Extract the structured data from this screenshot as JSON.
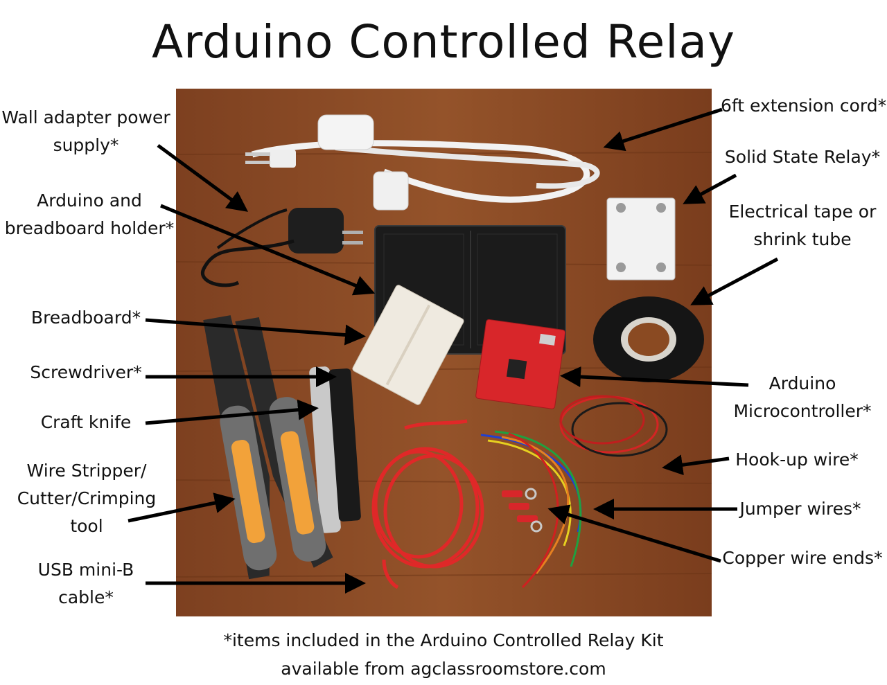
{
  "title": "Arduino Controlled Relay",
  "labels": {
    "wall_adapter": [
      "Wall adapter power",
      "supply*"
    ],
    "holder": [
      "Arduino and",
      "breadboard holder*"
    ],
    "breadboard": [
      "Breadboard*"
    ],
    "screwdriver": [
      "Screwdriver*"
    ],
    "craft_knife": [
      "Craft knife"
    ],
    "wire_stripper": [
      "Wire Stripper/",
      "Cutter/Crimping",
      "tool"
    ],
    "usb_cable": [
      "USB mini-B",
      "cable*"
    ],
    "extension_cord": [
      "6ft extension cord*"
    ],
    "relay": [
      "Solid State Relay*"
    ],
    "tape": [
      "Electrical tape or",
      "shrink tube"
    ],
    "microcontroller": [
      "Arduino",
      "Microcontroller*"
    ],
    "hookup_wire": [
      "Hook-up wire*"
    ],
    "jumper_wires": [
      "Jumper wires*"
    ],
    "copper_ends": [
      "Copper wire ends*"
    ]
  },
  "footnote": [
    "*items included in the Arduino Controlled Relay Kit",
    "available from agclassroomstore.com"
  ],
  "colors": {
    "wood": "#8a4a22",
    "wood_dark": "#6a3416",
    "board_red": "#d8262a",
    "cable_red": "#e02828",
    "holder_black": "#1b1b1b",
    "stripper_orange": "#f2a23a",
    "stripper_gray": "#6f6f6f",
    "arrow": "#000000"
  }
}
